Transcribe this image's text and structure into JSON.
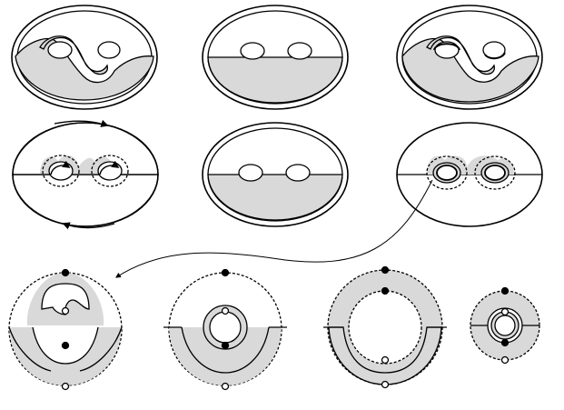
{
  "figure": {
    "colors": {
      "stroke": "#000000",
      "shade": "#d9d9d9",
      "background": "#ffffff"
    },
    "panels": [
      {
        "row": 1,
        "col": 1,
        "kind": "genus-two-surface",
        "pattern": "band-around-left-hole"
      },
      {
        "row": 1,
        "col": 2,
        "kind": "genus-two-surface",
        "pattern": "lower-half-shaded"
      },
      {
        "row": 1,
        "col": 3,
        "kind": "genus-two-surface",
        "pattern": "band-with-partial-ring"
      },
      {
        "row": 2,
        "col": 1,
        "kind": "genus-two-surface",
        "pattern": "arrows-and-dashed-rings"
      },
      {
        "row": 2,
        "col": 2,
        "kind": "genus-two-surface",
        "pattern": "lower-half-shaded"
      },
      {
        "row": 2,
        "col": 3,
        "kind": "genus-two-surface",
        "pattern": "rings-around-holes"
      },
      {
        "row": 3,
        "col": 1,
        "kind": "annulus-local-model",
        "pattern": "wave-band"
      },
      {
        "row": 3,
        "col": 2,
        "kind": "annulus-local-model",
        "pattern": "lower-crescent"
      },
      {
        "row": 3,
        "col": 3,
        "kind": "annulus-local-model",
        "pattern": "wide-crescent"
      },
      {
        "row": 3,
        "col": 4,
        "kind": "annulus-local-model",
        "pattern": "small-ring"
      }
    ]
  }
}
